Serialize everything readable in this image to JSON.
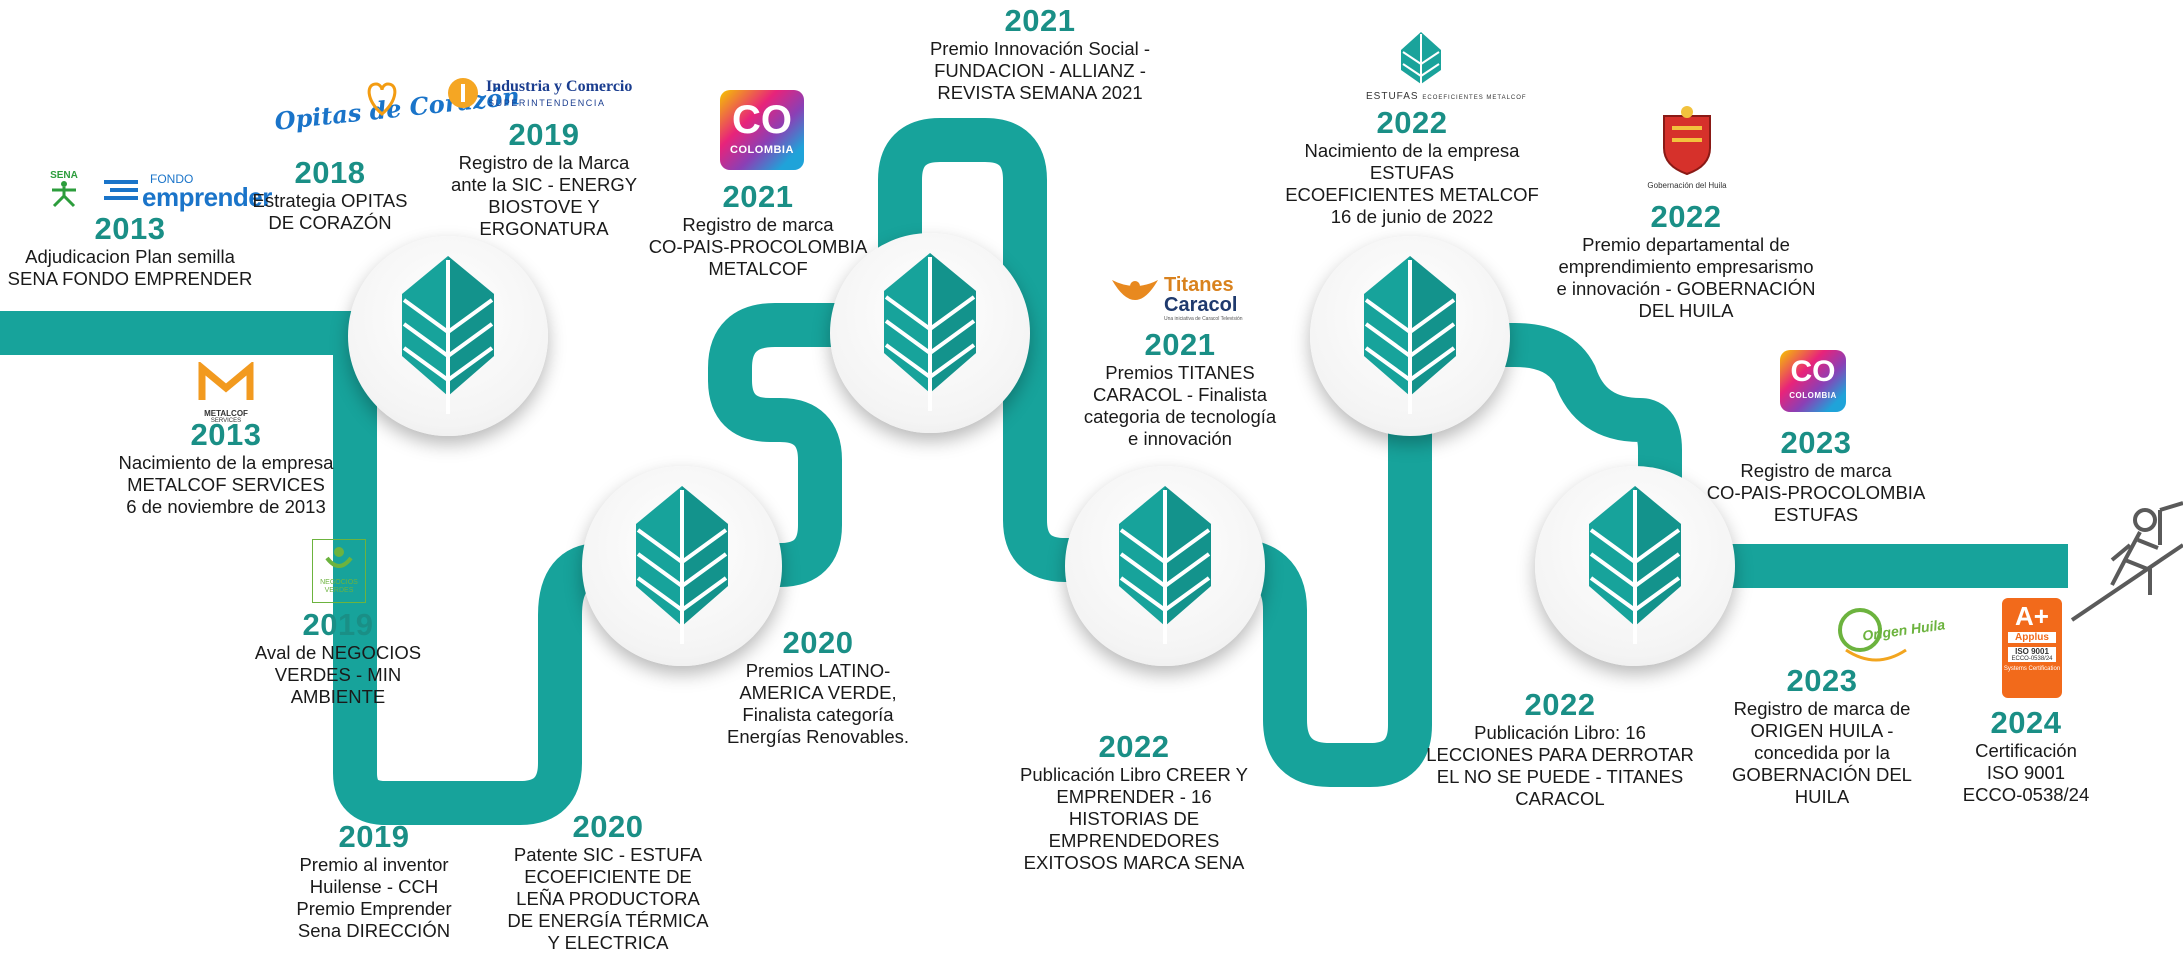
{
  "colors": {
    "accent": "#17a39b",
    "year": "#1a8f86",
    "leaf_light": "#2bb3a9",
    "leaf_dark": "#138a82"
  },
  "logos": {
    "sena": "SENA",
    "fondo": "FONDO",
    "emprender": "emprender",
    "metalcof": "METALCOF",
    "metalcof_sub": "SERVICES",
    "negocios_verdes": "NEGOCIOS VERDES",
    "opitas": "Opitas de Corazón",
    "sic_title": "Industria y Comercio",
    "sic_sub": "SUPERINTENDENCIA",
    "co": "CO",
    "colombia": "COLOMBIA",
    "estufas": "ESTUFAS",
    "estufas_sub": "ECOEFICIENTES METALCOF",
    "titanes": "Titanes",
    "caracol": "Caracol",
    "titanes_sub": "Una iniciativa de Caracol Televisión",
    "gobernacion": "Gobernación del Huila",
    "origen": "Origen Huila",
    "applus_a": "A+",
    "applus": "Applus",
    "iso": "ISO 9001",
    "ecco": "ECCO-0538/24",
    "systems": "Systems Certification"
  },
  "events": [
    {
      "id": "2013-sena",
      "year": "2013",
      "lines": [
        "Adjudicacion Plan semilla",
        "SENA FONDO EMPRENDER"
      ]
    },
    {
      "id": "2013-metalcof",
      "year": "2013",
      "lines": [
        "Nacimiento de la empresa",
        "METALCOF SERVICES",
        "6 de noviembre de 2013"
      ]
    },
    {
      "id": "2018-opitas",
      "year": "2018",
      "lines": [
        "Estrategia OPITAS",
        "DE CORAZÓN"
      ]
    },
    {
      "id": "2019-sic",
      "year": "2019",
      "lines": [
        "Registro de la Marca",
        "ante la SIC - ENERGY",
        "BIOSTOVE Y",
        "ERGONATURA"
      ]
    },
    {
      "id": "2019-negocios",
      "year": "2019",
      "lines": [
        "Aval de NEGOCIOS",
        "VERDES - MIN",
        "AMBIENTE"
      ]
    },
    {
      "id": "2019-inventor",
      "year": "2019",
      "lines": [
        "Premio al inventor",
        "Huilense - CCH",
        "Premio Emprender",
        "Sena DIRECCIÓN"
      ]
    },
    {
      "id": "2020-patente",
      "year": "2020",
      "lines": [
        "Patente SIC - ESTUFA",
        "ECOEFICIENTE DE",
        "LEÑA PRODUCTORA",
        "DE ENERGÍA TÉRMICA",
        "Y ELECTRICA"
      ]
    },
    {
      "id": "2020-latino",
      "year": "2020",
      "lines": [
        "Premios LATINO-",
        "AMERICA VERDE,",
        "Finalista categoría",
        "Energías Renovables."
      ]
    },
    {
      "id": "2021-copais",
      "year": "2021",
      "lines": [
        "Registro de marca",
        "CO-PAIS-PROCOLOMBIA",
        "METALCOF"
      ]
    },
    {
      "id": "2021-innovacion",
      "year": "2021",
      "lines": [
        "Premio Innovación Social -",
        "FUNDACION - ALLIANZ -",
        "REVISTA SEMANA 2021"
      ]
    },
    {
      "id": "2021-titanes",
      "year": "2021",
      "lines": [
        "Premios TITANES",
        "CARACOL - Finalista",
        "categoria de tecnología",
        "e innovación"
      ]
    },
    {
      "id": "2022-libro-sena",
      "year": "2022",
      "lines": [
        "Publicación Libro CREER Y",
        "EMPRENDER - 16",
        "HISTORIAS DE",
        "EMPRENDEDORES",
        "EXITOSOS MARCA SENA"
      ]
    },
    {
      "id": "2022-estufas",
      "year": "2022",
      "lines": [
        "Nacimiento de la empresa ESTUFAS",
        "ECOEFICIENTES METALCOF",
        "16 de junio de 2022"
      ]
    },
    {
      "id": "2022-libro-titanes",
      "year": "2022",
      "lines": [
        "Publicación Libro: 16",
        "LECCIONES PARA DERROTAR",
        "EL NO SE PUEDE - TITANES",
        "CARACOL"
      ]
    },
    {
      "id": "2022-gobernacion",
      "year": "2022",
      "lines": [
        "Premio departamental de",
        "emprendimiento empresarismo",
        "e innovación - GOBERNACIÓN",
        "DEL HUILA"
      ]
    },
    {
      "id": "2023-copais",
      "year": "2023",
      "lines": [
        "Registro de marca",
        "CO-PAIS-PROCOLOMBIA",
        "ESTUFAS"
      ]
    },
    {
      "id": "2023-origen",
      "year": "2023",
      "lines": [
        "Registro de marca de",
        "ORIGEN HUILA -",
        "concedida por la",
        "GOBERNACIÓN DEL",
        "HUILA"
      ]
    },
    {
      "id": "2024-iso",
      "year": "2024",
      "lines": [
        "Certificación",
        "ISO 9001",
        "ECCO-0538/24"
      ]
    }
  ]
}
